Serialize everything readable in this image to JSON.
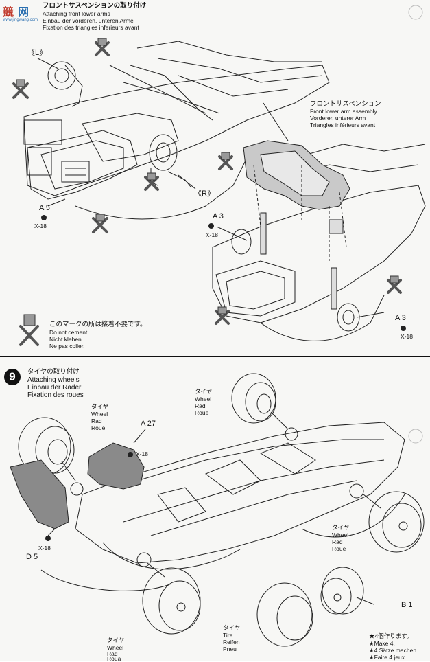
{
  "watermark": {
    "chars_a": "競",
    "chars_b": "网",
    "url": "www.jingwang.com"
  },
  "step8": {
    "title_jp": "フロントサスペンションの取り付け",
    "title_en": "Attaching front lower arms",
    "title_de": "Einbau der vorderen, unteren Arme",
    "title_fr": "Fixation des triangles inferieurs avant",
    "label_l": "《L》",
    "label_r": "《R》",
    "assembly_jp": "フロントサスペンション",
    "assembly_en": "Front lower arm assembly",
    "assembly_de": "Vorderer, unterer Arm",
    "assembly_fr": "Triangles inférieurs avant",
    "part_a5": "A 5",
    "screw_a5": "X-18",
    "part_a3_left": "A 3",
    "screw_a3_left": "X-18",
    "part_a3_right": "A 3",
    "screw_a3_right": "X-18",
    "note_jp": "このマークの所は接着不要です。",
    "note_en": "Do not cement.",
    "note_de": "Nicht kleben.",
    "note_fr": "Ne pas coller."
  },
  "step9": {
    "number": "9",
    "title_jp": "タイヤの取り付け",
    "title_en": "Attaching wheels",
    "title_de": "Einbau der Räder",
    "title_fr": "Fixation des roues",
    "wheel_label_1": {
      "jp": "タイヤ",
      "en": "Wheel",
      "de": "Rad",
      "fr": "Roue"
    },
    "wheel_label_2": {
      "jp": "タイヤ",
      "en": "Wheel",
      "de": "Rad",
      "fr": "Roue"
    },
    "wheel_label_3": {
      "jp": "タイヤ",
      "en": "Wheel",
      "de": "Rad",
      "fr": "Roue"
    },
    "wheel_label_4": {
      "jp": "タイヤ",
      "en": "Wheel",
      "de": "Rad",
      "fr": "Roua"
    },
    "tire_label": {
      "jp": "タイヤ",
      "en": "Tire",
      "de": "Reifen",
      "fr": "Pneu"
    },
    "part_a27": "A 27",
    "screw_a27": "X-18",
    "part_d5": "D 5",
    "screw_d5": "X-18",
    "part_b1": "B 1",
    "make_jp": "★4個作ります。",
    "make_en": "★Make 4.",
    "make_de": "★4 Sätze machen.",
    "make_fr": "★Faire 4 jeux."
  }
}
